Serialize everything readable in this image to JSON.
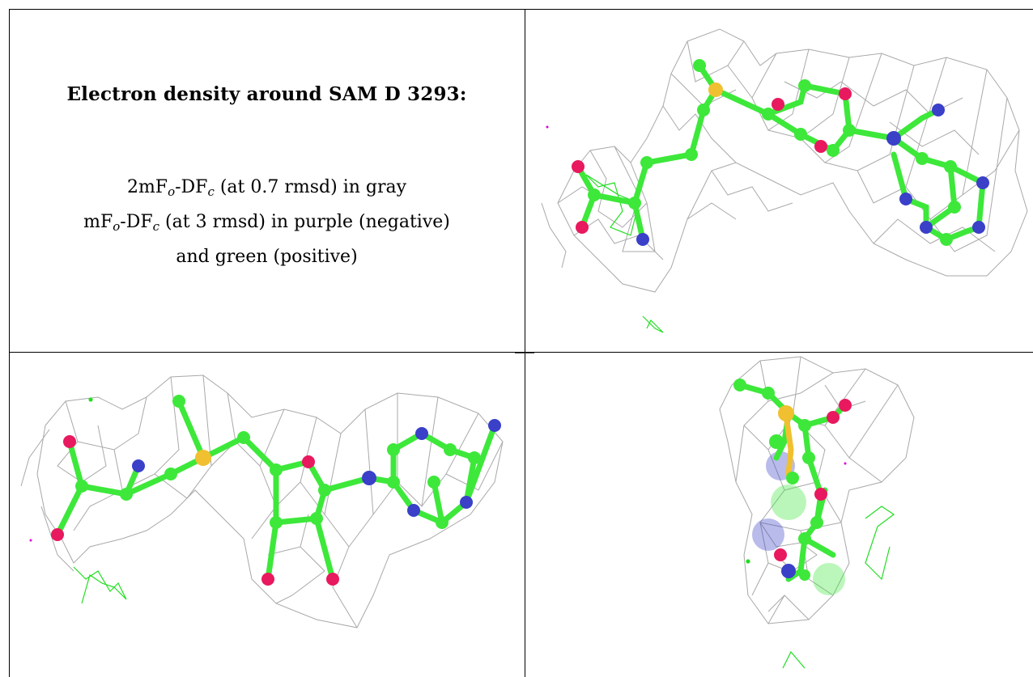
{
  "legend": {
    "title": "Electron density around SAM D 3293:",
    "line1": {
      "pre": "2mF",
      "sub1": "o",
      "mid": "-DF",
      "sub2": "c",
      "post": " (at 0.7 rmsd) in gray"
    },
    "line2": {
      "pre": "mF",
      "sub1": "o",
      "mid": "-DF",
      "sub2": "c",
      "post": " (at 3 rmsd) in purple (negative)"
    },
    "line3": "and green (positive)"
  },
  "colors": {
    "mesh": "#9a9a9a",
    "carbon": "#3de83a",
    "oxygen": "#e8195e",
    "nitrogen": "#3a40c8",
    "sulfur": "#f0c030",
    "diff_positive": "#22dd22",
    "diff_negative": "#dd00dd",
    "border": "#000000"
  },
  "views": [
    "view-1",
    "view-2",
    "view-3"
  ]
}
